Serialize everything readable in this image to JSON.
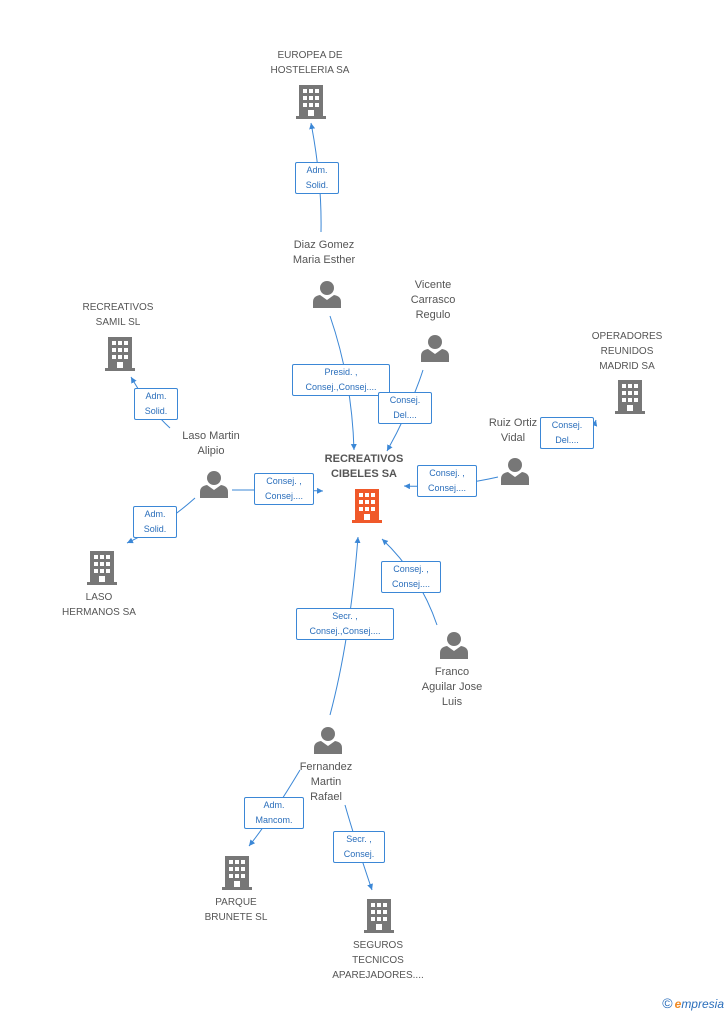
{
  "nodes": {
    "europea": {
      "label": "EUROPEA DE\nHOSTELERIA SA",
      "kind": "company"
    },
    "diaz": {
      "label": "Diaz Gomez\nMaria Esther",
      "kind": "person"
    },
    "vicente": {
      "label": "Vicente\nCarrasco\nRegulo",
      "kind": "person"
    },
    "samil": {
      "label": "RECREATIVOS\nSAMIL SL",
      "kind": "company"
    },
    "operadores": {
      "label": "OPERADORES\nREUNIDOS\nMADRID SA",
      "kind": "company"
    },
    "laso_martin": {
      "label": "Laso Martin\nAlipio",
      "kind": "person"
    },
    "ruiz": {
      "label": "Ruiz Ortiz\nVidal",
      "kind": "person"
    },
    "cibeles": {
      "label": "RECREATIVOS\nCIBELES SA",
      "kind": "company-main"
    },
    "laso_hermanos": {
      "label": "LASO\nHERMANOS SA",
      "kind": "company"
    },
    "franco": {
      "label": "Franco\nAguilar Jose\nLuis",
      "kind": "person"
    },
    "fernandez": {
      "label": "Fernandez\nMartin\nRafael",
      "kind": "person"
    },
    "parque": {
      "label": "PARQUE\nBRUNETE  SL",
      "kind": "company"
    },
    "seguros": {
      "label": "SEGUROS\nTECNICOS\nAPAREJADORES....",
      "kind": "company"
    }
  },
  "edges": {
    "diaz_europea": "Adm.\nSolid.",
    "diaz_cibeles": "Presid. ,\nConsej.,Consej....",
    "vicente_cibeles": "Consej.\nDel....",
    "laso_samil": "Adm.\nSolid.",
    "ruiz_operadores": "Consej.\nDel....",
    "laso_cibeles": "Consej. ,\nConsej....",
    "ruiz_cibeles": "Consej. ,\nConsej....",
    "laso_hermanos": "Adm.\nSolid.",
    "franco_cibeles": "Consej. ,\nConsej....",
    "fernandez_cibeles": "Secr. ,\nConsej.,Consej....",
    "fernandez_parque": "Adm.\nMancom.",
    "fernandez_seguros": "Secr. ,\nConsej."
  },
  "colors": {
    "edge": "#3b87d6",
    "node": "#777777",
    "main": "#f0592a"
  },
  "brand": {
    "copyright": "©",
    "first": "e",
    "rest": "mpresia"
  }
}
